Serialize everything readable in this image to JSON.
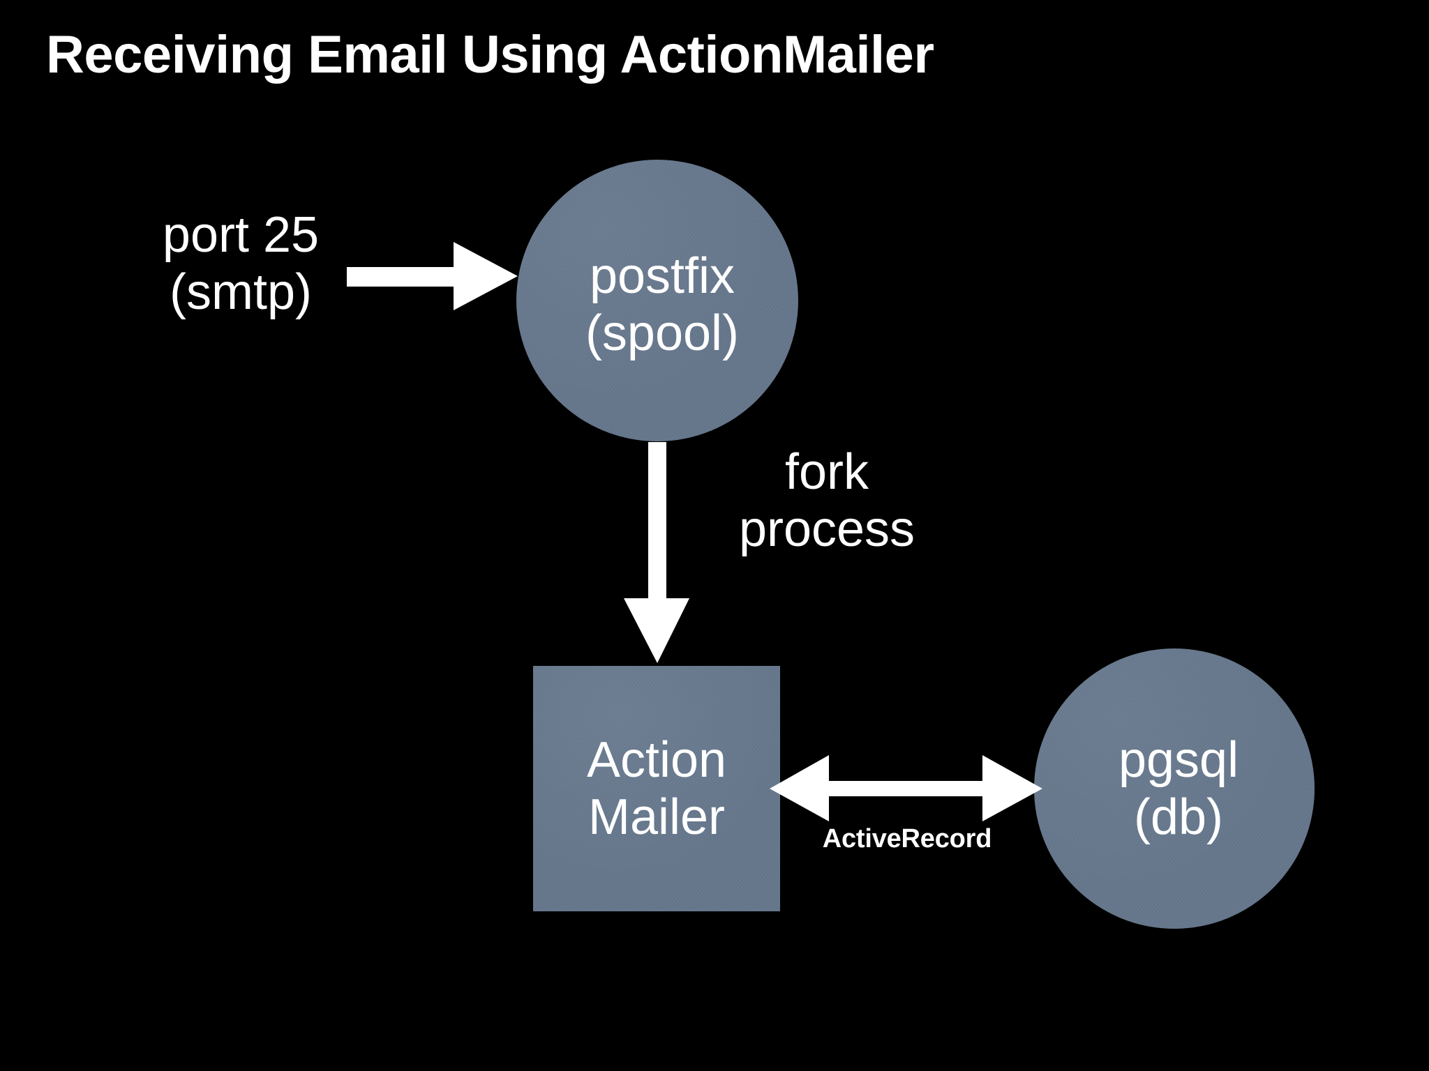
{
  "slide": {
    "title": "Receiving Email Using ActionMailer",
    "background_color": "#000000",
    "node_fill_color": "#67798f",
    "text_color": "#ffffff",
    "arrow_color": "#ffffff"
  },
  "diagram": {
    "type": "flow-diagram",
    "nodes": [
      {
        "id": "postfix",
        "shape": "circle",
        "label": "postfix\n(spool)",
        "line1": "postfix",
        "line2": "(spool)"
      },
      {
        "id": "actionmailer",
        "shape": "square",
        "label": "Action\nMailer",
        "line1": "Action",
        "line2": "Mailer"
      },
      {
        "id": "pgsql",
        "shape": "circle",
        "label": "pgsql\n(db)",
        "line1": "pgsql",
        "line2": "(db)"
      }
    ],
    "labels": {
      "inbound": "port 25\n(smtp)",
      "inbound_line1": "port 25",
      "inbound_line2": "(smtp)",
      "fork": "fork\nprocess",
      "fork_line1": "fork",
      "fork_line2": "process",
      "activerecord": "ActiveRecord"
    },
    "edges": [
      {
        "id": "inbound-to-postfix",
        "from": "port 25 (smtp)",
        "to": "postfix",
        "direction": "right",
        "label": "port 25 (smtp)"
      },
      {
        "id": "postfix-to-actionmailer",
        "from": "postfix",
        "to": "Action Mailer",
        "direction": "down",
        "label": "fork process"
      },
      {
        "id": "actionmailer-to-pgsql",
        "from": "Action Mailer",
        "to": "pgsql",
        "direction": "bidirectional",
        "label": "ActiveRecord"
      }
    ]
  }
}
